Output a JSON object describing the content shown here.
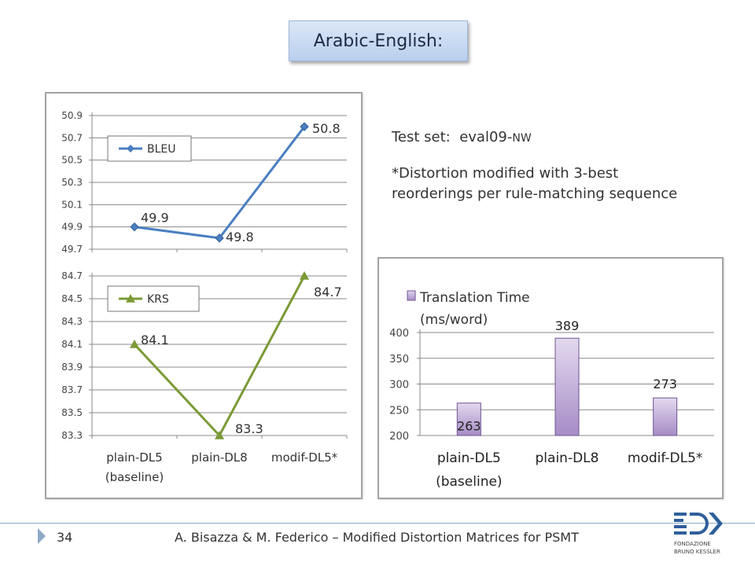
{
  "slide": {
    "title": "Arabic-English:",
    "page_number": "34",
    "footer": "A. Bisazza & M. Federico  –  Modified Distortion Matrices for PSMT",
    "test_set_label": "Test set:",
    "test_set_value": "eval09-",
    "test_set_suffix": "NW",
    "note_line1": "*Distortion modified with 3-best",
    "note_line2": "reorderings per rule-matching sequence",
    "logo_text_1": "FONDAZIONE",
    "logo_text_2": "BRUNO KESSLER"
  },
  "chart_data": [
    {
      "type": "line",
      "categories": [
        "plain-DL5\n(baseline)",
        "plain-DL8",
        "modif-DL5*"
      ],
      "series": [
        {
          "name": "BLEU",
          "values": [
            49.9,
            49.8,
            50.8
          ],
          "color": "#4a7fc1"
        }
      ],
      "data_labels": [
        "49.9",
        "49.8",
        "50.8"
      ],
      "yticks": [
        "49.7",
        "49.9",
        "50.1",
        "50.3",
        "50.5",
        "50.7",
        "50.9"
      ],
      "ylim": [
        49.7,
        50.9
      ],
      "grid": true,
      "legend": "left"
    },
    {
      "type": "line",
      "categories": [
        "plain-DL5\n(baseline)",
        "plain-DL8",
        "modif-DL5*"
      ],
      "series": [
        {
          "name": "KRS",
          "values": [
            84.1,
            83.3,
            84.7
          ],
          "color": "#7a9a36"
        }
      ],
      "data_labels": [
        "84.1",
        "83.3",
        "84.7"
      ],
      "yticks": [
        "83.3",
        "83.5",
        "83.7",
        "83.9",
        "84.1",
        "84.3",
        "84.5",
        "84.7"
      ],
      "ylim": [
        83.3,
        84.7
      ],
      "grid": true,
      "legend": "left",
      "xtick_labels": [
        [
          "plain-DL5",
          "(baseline)"
        ],
        [
          "plain-DL8"
        ],
        [
          "modif-DL5*"
        ]
      ]
    },
    {
      "type": "bar",
      "categories": [
        "plain-DL5\n(baseline)",
        "plain-DL8",
        "modif-DL5*"
      ],
      "series": [
        {
          "name": "Translation Time (ms/word)",
          "values": [
            263,
            389,
            273
          ],
          "color": "#a48bc2"
        }
      ],
      "data_labels": [
        "263",
        "389",
        "273"
      ],
      "legend_lines": [
        "Translation Time",
        "(ms/word)"
      ],
      "yticks": [
        "200",
        "250",
        "300",
        "350",
        "400"
      ],
      "ylim": [
        200,
        400
      ],
      "grid": true,
      "legend": "top-left",
      "xtick_labels": [
        [
          "plain-DL5",
          "(baseline)"
        ],
        [
          "plain-DL8"
        ],
        [
          "modif-DL5*"
        ]
      ]
    }
  ]
}
